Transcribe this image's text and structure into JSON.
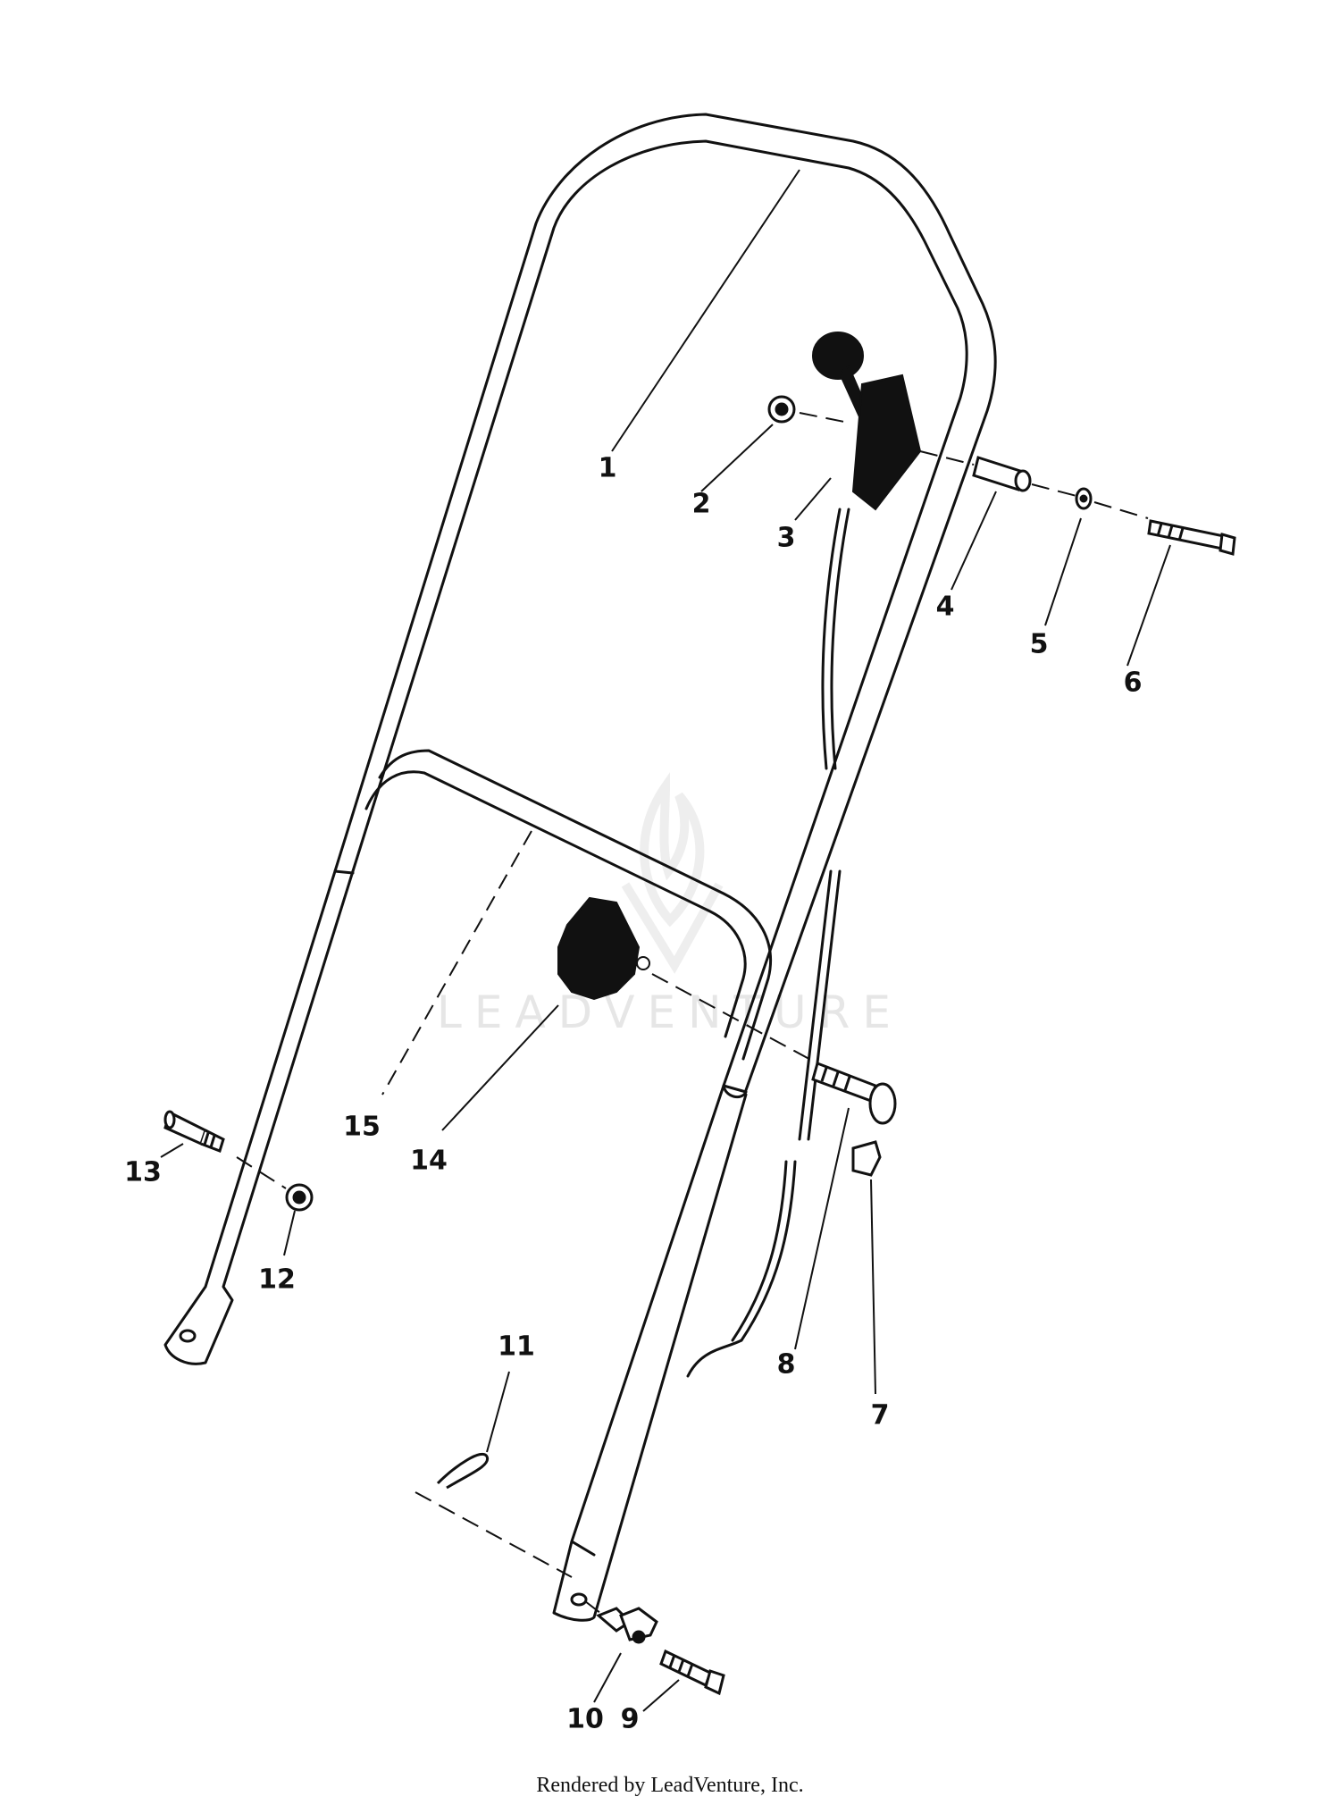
{
  "watermark": {
    "text": "LEADVENTURE"
  },
  "footer": {
    "text": "Rendered by LeadVenture, Inc."
  },
  "callouts": [
    "1",
    "2",
    "3",
    "4",
    "5",
    "6",
    "7",
    "8",
    "9",
    "10",
    "11",
    "12",
    "13",
    "14",
    "15"
  ]
}
